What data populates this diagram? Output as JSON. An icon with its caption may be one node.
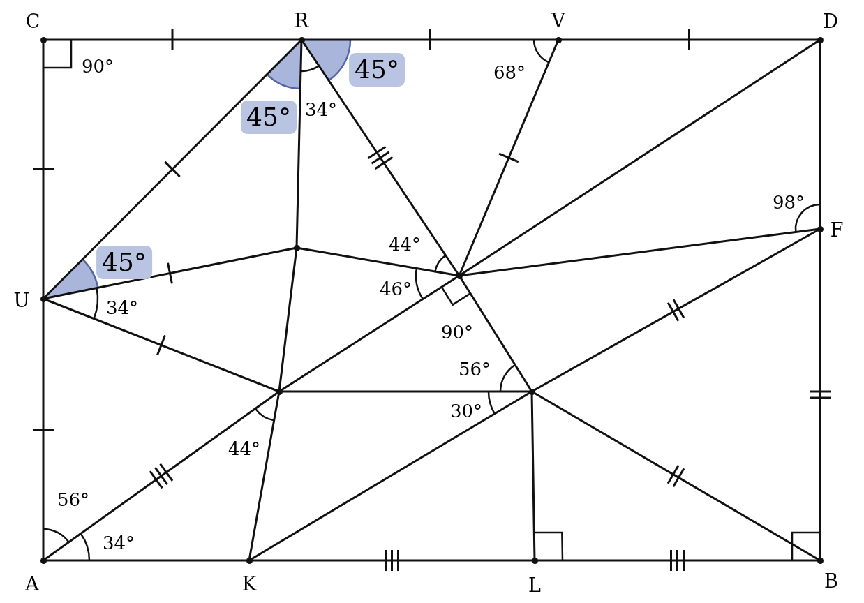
{
  "diagram": {
    "nodes": [
      {
        "text": [
          "C"
        ]
      },
      {
        "text": [
          "R"
        ]
      },
      {
        "text": [
          "V"
        ]
      },
      {
        "text": [
          "D"
        ]
      },
      {
        "text": [
          "F"
        ]
      },
      {
        "text": [],
        "shape": "circle"
      },
      {
        "text": [],
        "shape": "circle"
      },
      {
        "text": [
          "U"
        ]
      },
      {
        "text": [],
        "shape": "circle"
      },
      {
        "text": [],
        "shape": "circle"
      },
      {
        "text": [
          "A"
        ]
      },
      {
        "text": [
          "K"
        ]
      },
      {
        "text": [
          "L"
        ]
      },
      {
        "text": [
          "B"
        ]
      }
    ],
    "edges": [
      {
        "from": 0,
        "to": 1,
        "arrow": "none"
      },
      {
        "from": 1,
        "to": 2,
        "arrow": "none"
      },
      {
        "from": 2,
        "to": 3,
        "arrow": "none"
      },
      {
        "from": 3,
        "to": 4,
        "arrow": "none"
      },
      {
        "from": 4,
        "to": 13,
        "arrow": "none"
      },
      {
        "from": 13,
        "to": 12,
        "arrow": "none"
      },
      {
        "from": 12,
        "to": 11,
        "arrow": "none"
      },
      {
        "from": 11,
        "to": 10,
        "arrow": "none"
      },
      {
        "from": 10,
        "to": 7,
        "arrow": "none"
      },
      {
        "from": 7,
        "to": 0,
        "arrow": "none"
      },
      {
        "from": 7,
        "to": 1,
        "arrow": "none"
      },
      {
        "from": 1,
        "to": 5,
        "arrow": "none"
      },
      {
        "from": 5,
        "to": 8,
        "arrow": "none"
      },
      {
        "from": 8,
        "to": 11,
        "arrow": "none"
      },
      {
        "from": 1,
        "to": 6,
        "arrow": "none"
      },
      {
        "from": 6,
        "to": 9,
        "arrow": "none"
      },
      {
        "from": 2,
        "to": 6,
        "arrow": "none"
      },
      {
        "from": 3,
        "to": 6,
        "arrow": "none"
      },
      {
        "from": 4,
        "to": 6,
        "arrow": "none"
      },
      {
        "from": 7,
        "to": 5,
        "arrow": "none"
      },
      {
        "from": 5,
        "to": 6,
        "arrow": "none"
      },
      {
        "from": 7,
        "to": 8,
        "arrow": "none"
      },
      {
        "from": 10,
        "to": 8,
        "arrow": "none"
      },
      {
        "from": 8,
        "to": 6,
        "arrow": "none"
      },
      {
        "from": 8,
        "to": 9,
        "arrow": "none"
      },
      {
        "from": 11,
        "to": 9,
        "arrow": "none"
      },
      {
        "from": 9,
        "to": 4,
        "arrow": "none"
      },
      {
        "from": 9,
        "to": 12,
        "arrow": "none"
      },
      {
        "from": 9,
        "to": 13,
        "arrow": "none"
      }
    ],
    "labels": [
      "90°",
      "45°",
      "68°",
      "34°",
      "45°",
      "98°",
      "44°",
      "45°",
      "46°",
      "34°",
      "90°",
      "56°",
      "30°",
      "44°",
      "56°",
      "34°"
    ]
  }
}
